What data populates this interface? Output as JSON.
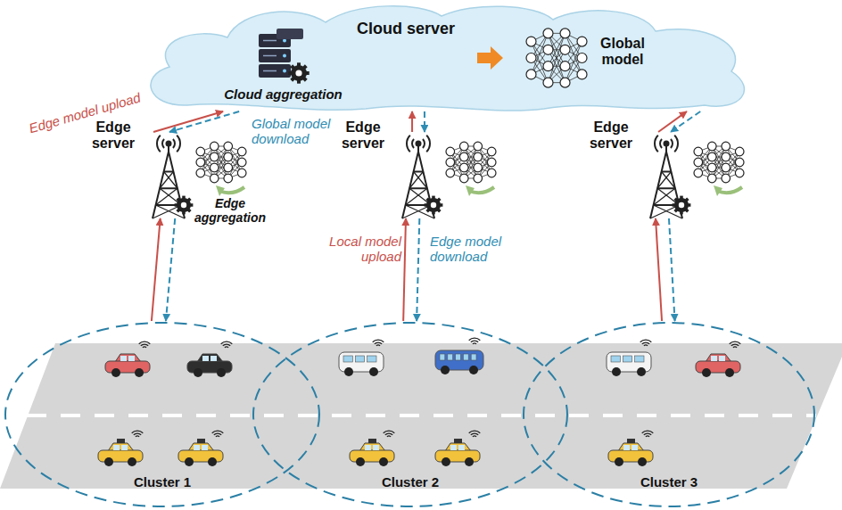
{
  "diagram": {
    "nodes": [
      {
        "text": [
          "Cloud server",
          "Cloud aggregation",
          "Global model"
        ]
      },
      {
        "text": [
          "Edge server"
        ]
      },
      {
        "text": [
          "Edge server"
        ]
      },
      {
        "text": [
          "Edge server"
        ]
      },
      {
        "text": [
          "Cluster 1"
        ]
      },
      {
        "text": [
          "Cluster 2"
        ]
      },
      {
        "text": [
          "Cluster 3"
        ]
      }
    ],
    "edges": [
      {
        "from": 4,
        "to": 1,
        "arrow": "to"
      },
      {
        "from": 1,
        "to": 4,
        "arrow": "to"
      },
      {
        "from": 5,
        "to": 2,
        "arrow": "to",
        "label": "Local model upload"
      },
      {
        "from": 2,
        "to": 5,
        "arrow": "to",
        "label": "Edge model download"
      },
      {
        "from": 6,
        "to": 3,
        "arrow": "to"
      },
      {
        "from": 3,
        "to": 6,
        "arrow": "to"
      },
      {
        "from": 1,
        "to": 0,
        "arrow": "to",
        "label": "Edge model upload"
      },
      {
        "from": 0,
        "to": 1,
        "arrow": "to",
        "label": "Global model download"
      },
      {
        "from": 2,
        "to": 0,
        "arrow": "to"
      },
      {
        "from": 0,
        "to": 2,
        "arrow": "to"
      },
      {
        "from": 3,
        "to": 0,
        "arrow": "to"
      },
      {
        "from": 0,
        "to": 3,
        "arrow": "to"
      }
    ],
    "labels": [
      "Edge aggregation"
    ]
  }
}
